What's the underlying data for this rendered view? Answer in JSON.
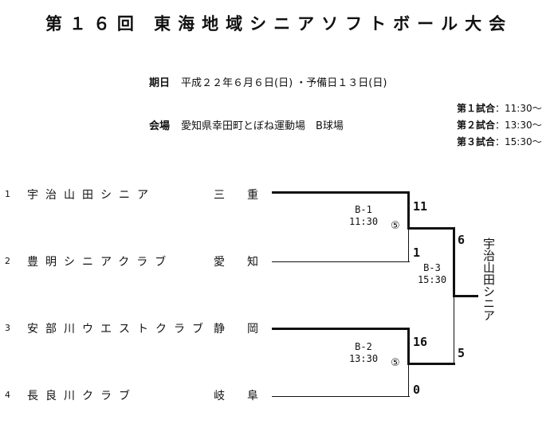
{
  "title": "第１６回 東海地域シニアソフトボール大会",
  "date": {
    "label": "期日",
    "value": "平成２２年６月６日(日) ・予備日１３日(日)"
  },
  "venue": {
    "label": "会場",
    "value": "愛知県幸田町とぼね運動場　B球場"
  },
  "schedule": [
    {
      "label": "第１試合",
      "time": "：11:30〜"
    },
    {
      "label": "第２試合",
      "time": "：13:30〜"
    },
    {
      "label": "第３試合",
      "time": "：15:30〜"
    }
  ],
  "teams": [
    {
      "no": "1",
      "name": "宇治山田シニア",
      "pref": "三重"
    },
    {
      "no": "2",
      "name": "豊明シニアクラブ",
      "pref": "愛知"
    },
    {
      "no": "3",
      "name": "安部川ウエストクラブ",
      "pref": "静岡"
    },
    {
      "no": "4",
      "name": "長良川クラブ",
      "pref": "岐阜"
    }
  ],
  "games": [
    {
      "id": "B-1",
      "time": "11:30",
      "mark": "⑤",
      "top_score": "11",
      "bottom_score": "1"
    },
    {
      "id": "B-2",
      "time": "13:30",
      "mark": "⑤",
      "top_score": "16",
      "bottom_score": "0"
    },
    {
      "id": "B-3",
      "time": "15:30",
      "top_score": "6",
      "bottom_score": "5"
    }
  ],
  "winner": "宇治山田シニア"
}
